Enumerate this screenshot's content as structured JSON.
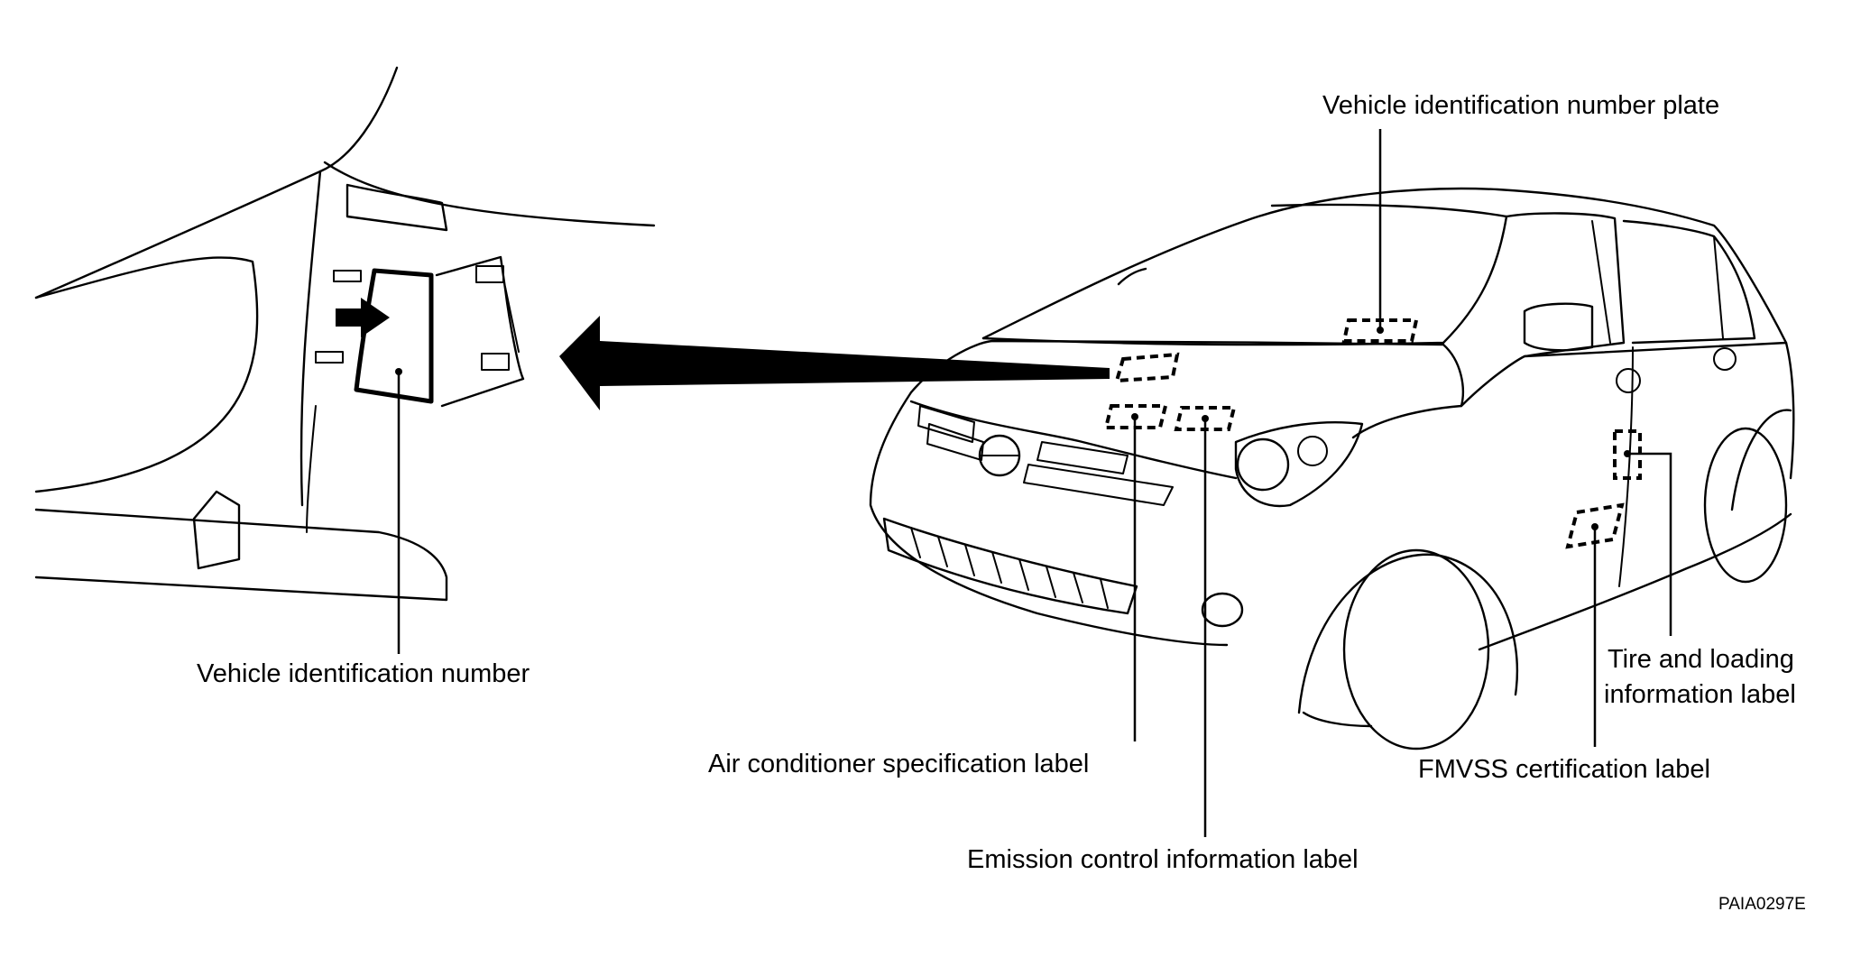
{
  "labels": {
    "vin_plate": "Vehicle identification number plate",
    "vin": "Vehicle identification number",
    "ac_spec": "Air conditioner specification label",
    "emission": "Emission control information label",
    "tire_loading_line1": "Tire and loading",
    "tire_loading_line2": "information label",
    "fmvss": "FMVSS certification label"
  },
  "figure_code": "PAIA0297E"
}
